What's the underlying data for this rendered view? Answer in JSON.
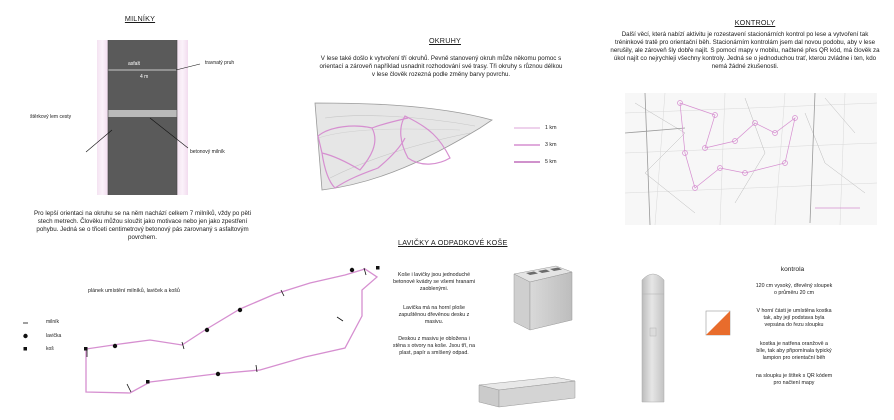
{
  "accent": "#d68fd0",
  "orange": "#e86c2c",
  "milniky": {
    "title": "MILNÍKY",
    "asfalt": "asfalt",
    "width_label": "4 m",
    "travnaty": "travnatý pruh",
    "sterk": "štěrkový lem cesty",
    "betonovy": "betonový milník",
    "paragraph": "Pro lepší orientaci na okruhu se na něm nachází celkem 7 milníků, vždy po pěti stech metrech. Člověku můžou sloužit jako motivace nebo jen jako zpestření pohybu. Jedná se o třiceti centimetrový betonový pás zarovnaný s asfaltovým povrchem."
  },
  "okruhy": {
    "title": "OKRUHY",
    "paragraph": "V lese také došlo k vytvoření tří okruhů. Pevně stanovený okruh může někomu pomoc s orientací a zároveň například usnadnit rozhodování své trasy. Tři okruhy s různou délkou v lese člověk rozezná podle změny barvy povrchu.",
    "legend": [
      "1 km",
      "3 km",
      "5 km"
    ]
  },
  "kontroly": {
    "title": "KONTROLY",
    "paragraph": "Další věcí, která nabízí aktivitu je rozestavení stacionárních kontrol po lese a vytvoření tak tréninkové tratě pro orientační běh. Stacionárním kontrolám jsem dal novou podobu, aby v lese nerušily, ale zároveň šly dobře najít. S pomocí mapy v mobilu, načtené přes QR kód, má člověk za úkol najít co nejrychleji všechny kontroly. Jedná se o jednoduchou trať, kterou zvládne i ten, kdo nemá žádné zkušenosti."
  },
  "planek": {
    "title": "plánek umístění milníků, laviček a košů",
    "legend": [
      "milník",
      "lavička",
      "koš"
    ]
  },
  "lavicky": {
    "title": "LAVIČKY A ODPADKOVÉ KOŠE",
    "p1": "Koše i lavičky jsou jednoduché betonové kvádry se všemi hranami zaoblenými.",
    "p2": "Lavička má na horní ploše zapuštěnou dřevěnou desku z masivu.",
    "p3": "Deskou z masivu je obložena i stěna s otvory na koše. Jsou tří, na plast, papír a smíšený odpad."
  },
  "kontrola": {
    "title": "kontrola",
    "p1": "120 cm vysoký, dřevěný sloupek o průměru 20 cm",
    "p2": "V horní části je umístěna kostka tak, aby její podstava byla vepsána do řezu sloupku",
    "p3": "kostka je natřena oranžově a bíle, tak aby připomínala typický lampion pro orientační běh",
    "p4": "na sloupku je štítek s QR kódem pro načtení mapy"
  }
}
